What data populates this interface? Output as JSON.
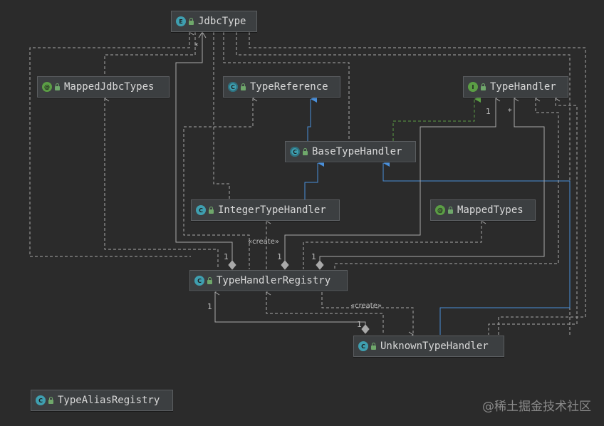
{
  "nodes": {
    "jdbc_type": {
      "label": "JdbcType",
      "kind": "enum",
      "icon_letter": "E"
    },
    "mapped_jdbc_types": {
      "label": "MappedJdbcTypes",
      "kind": "annotation",
      "icon_letter": "@"
    },
    "type_reference": {
      "label": "TypeReference",
      "kind": "abstract",
      "icon_letter": "C"
    },
    "type_handler": {
      "label": "TypeHandler",
      "kind": "interface",
      "icon_letter": "I"
    },
    "base_type_handler": {
      "label": "BaseTypeHandler",
      "kind": "abstract",
      "icon_letter": "C"
    },
    "integer_type_handler": {
      "label": "IntegerTypeHandler",
      "kind": "class",
      "icon_letter": "C"
    },
    "mapped_types": {
      "label": "MappedTypes",
      "kind": "annotation",
      "icon_letter": "@"
    },
    "type_handler_registry": {
      "label": "TypeHandlerRegistry",
      "kind": "class",
      "icon_letter": "C"
    },
    "unknown_type_handler": {
      "label": "UnknownTypeHandler",
      "kind": "class",
      "icon_letter": "C"
    },
    "type_alias_registry": {
      "label": "TypeAliasRegistry",
      "kind": "class",
      "icon_letter": "C"
    }
  },
  "edge_labels": {
    "create_integer": "«create»",
    "create_unknown": "«create»"
  },
  "multiplicities": {
    "jdbc_star": "*",
    "handler_one": "1",
    "handler_star": "*",
    "registry_one_a": "1",
    "registry_one_b": "1",
    "registry_one_c": "1",
    "registry_one_d": "1",
    "unknown_one": "1"
  },
  "watermark": "@稀土掘金技术社区",
  "colors": {
    "background": "#2b2b2b",
    "dependency_line": "#a9a9a9",
    "inheritance_line": "#4a8fd9",
    "realization_line": "#5b9e45"
  }
}
